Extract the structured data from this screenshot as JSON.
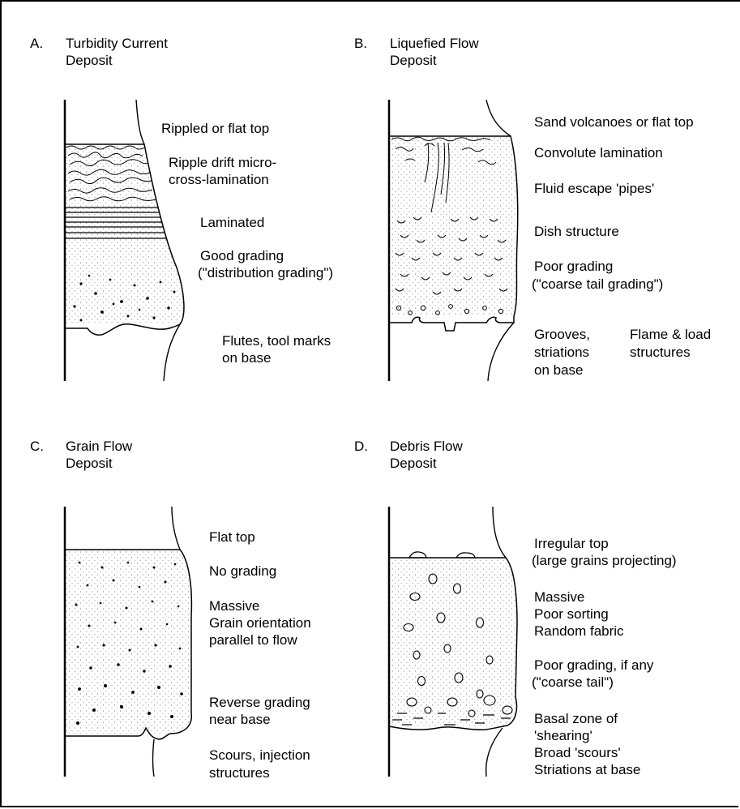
{
  "panels": [
    {
      "letter": "A.",
      "title_line1": "Turbidity Current",
      "title_line2": "Deposit",
      "labels": [
        "Rippled or flat top",
        "Ripple drift micro-",
        "cross-lamination",
        "Laminated",
        "Good grading",
        "(\"distribution grading\")",
        "Flutes, tool marks",
        "on base"
      ]
    },
    {
      "letter": "B.",
      "title_line1": "Liquefied Flow",
      "title_line2": "Deposit",
      "labels": [
        "Sand volcanoes or flat top",
        "Convolute lamination",
        "Fluid escape 'pipes'",
        "Dish structure",
        "Poor grading",
        "(\"coarse tail grading\")",
        "Grooves,",
        "striations",
        "on base",
        "Flame & load",
        "structures"
      ]
    },
    {
      "letter": "C.",
      "title_line1": "Grain Flow",
      "title_line2": "Deposit",
      "labels": [
        "Flat top",
        "No grading",
        "Massive",
        "Grain orientation",
        "parallel to flow",
        "Reverse grading",
        "near base",
        "Scours, injection",
        "structures"
      ]
    },
    {
      "letter": "D.",
      "title_line1": "Debris Flow",
      "title_line2": "Deposit",
      "labels": [
        "Irregular top",
        "(large grains projecting)",
        "Massive",
        "Poor sorting",
        "Random fabric",
        "Poor grading, if any",
        "(\"coarse tail\")",
        "Basal zone of",
        "'shearing'",
        "Broad 'scours'",
        "Striations at base"
      ]
    }
  ]
}
